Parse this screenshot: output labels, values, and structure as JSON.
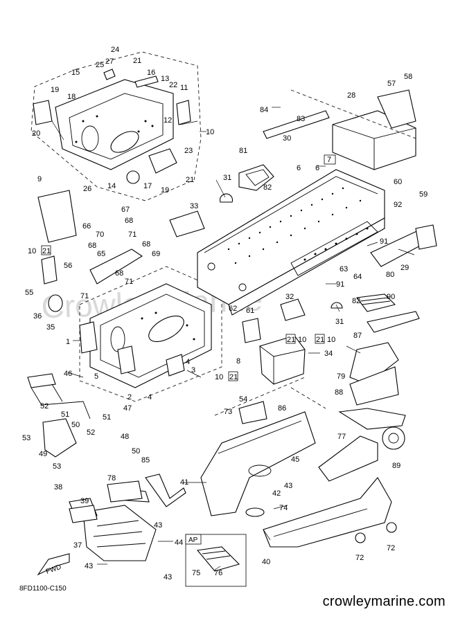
{
  "diagram": {
    "part_numbers": [
      "1",
      "2",
      "3",
      "4",
      "5",
      "6",
      "7",
      "8",
      "9",
      "10",
      "11",
      "12",
      "13",
      "14",
      "15",
      "16",
      "17",
      "18",
      "19",
      "20",
      "21",
      "22",
      "23",
      "24",
      "25",
      "26",
      "27",
      "28",
      "29",
      "30",
      "31",
      "32",
      "33",
      "34",
      "35",
      "36",
      "37",
      "38",
      "39",
      "40",
      "41",
      "42",
      "43",
      "44",
      "45",
      "46",
      "47",
      "48",
      "49",
      "50",
      "51",
      "52",
      "53",
      "54",
      "55",
      "56",
      "57",
      "58",
      "59",
      "60",
      "61",
      "62",
      "63",
      "64",
      "65",
      "66",
      "67",
      "68",
      "69",
      "70",
      "71",
      "72",
      "73",
      "74",
      "75",
      "76",
      "77",
      "78",
      "79",
      "80",
      "81",
      "82",
      "83",
      "84",
      "85",
      "86",
      "87",
      "88",
      "89",
      "90",
      "91",
      "92"
    ],
    "detail_box_label": "AP",
    "fwd_label": "FWD",
    "drawing_code": "8FD1100-C150",
    "watermark": "Crowley Marine",
    "website": "crowleymarine.com"
  }
}
